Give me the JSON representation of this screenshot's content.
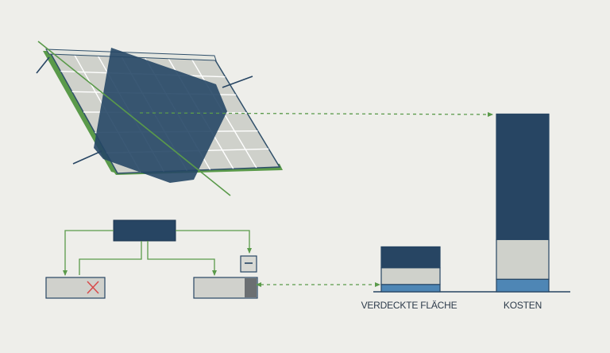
{
  "chart_data": {
    "type": "bar",
    "categories": [
      "VERDECKTE FLÄCHE",
      "KOSTEN"
    ],
    "series": [
      {
        "values": [
          1,
          6
        ]
      },
      {
        "values": [
          0.8,
          1.9
        ]
      },
      {
        "values": [
          0.35,
          0.6
        ]
      }
    ],
    "xlabel": "",
    "ylabel": ""
  },
  "colors": {
    "background": "#eeeeea",
    "navy": "#274563",
    "blue": "#4e86b5",
    "green": "#5a9a4a",
    "panel_cell": "#cfd1cb",
    "accent_red": "#d84a4a"
  },
  "icons": {
    "error_mark": "x-icon",
    "bypass_symbol": "minus-icon"
  }
}
